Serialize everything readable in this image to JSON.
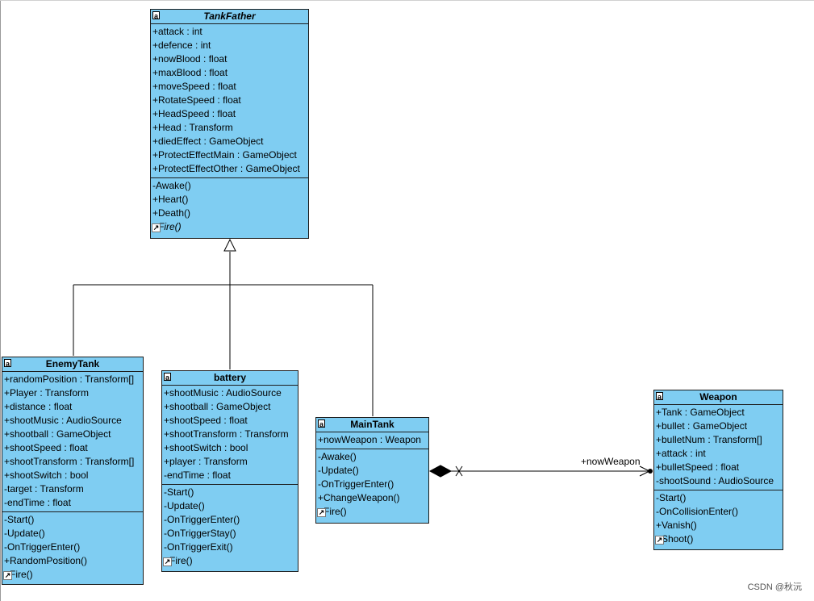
{
  "classes": {
    "tankfather": {
      "name": "TankFather",
      "attributes": [
        "+attack : int",
        "+defence : int",
        "+nowBlood : float",
        "+maxBlood : float",
        "+moveSpeed : float",
        "+RotateSpeed : float",
        "+HeadSpeed : float",
        "+Head : Transform",
        "+diedEffect : GameObject",
        "+ProtectEffectMain : GameObject",
        "+ProtectEffectOther : GameObject"
      ],
      "operations": [
        "-Awake()",
        "+Heart()",
        "+Death()",
        "+Fire()"
      ]
    },
    "enemytank": {
      "name": "EnemyTank",
      "attributes": [
        "+randomPosition : Transform[]",
        "+Player : Transform",
        "+distance : float",
        "+shootMusic : AudioSource",
        "+shootball : GameObject",
        "+shootSpeed : float",
        "+shootTransform : Transform[]",
        "+shootSwitch : bool",
        "-target : Transform",
        "-endTime : float"
      ],
      "operations": [
        "-Start()",
        "-Update()",
        "-OnTriggerEnter()",
        "+RandomPosition()",
        "+Fire()"
      ]
    },
    "battery": {
      "name": "battery",
      "attributes": [
        "+shootMusic : AudioSource",
        "+shootball : GameObject",
        "+shootSpeed : float",
        "+shootTransform : Transform",
        "+shootSwitch : bool",
        "+player : Transform",
        "-endTime : float"
      ],
      "operations": [
        "-Start()",
        "-Update()",
        "-OnTriggerEnter()",
        "-OnTriggerStay()",
        "-OnTriggerExit()",
        "+Fire()"
      ]
    },
    "maintank": {
      "name": "MainTank",
      "attributes": [
        "+nowWeapon : Weapon"
      ],
      "operations": [
        "-Awake()",
        "-Update()",
        "-OnTriggerEnter()",
        "+ChangeWeapon()",
        "+Fire()"
      ]
    },
    "weapon": {
      "name": "Weapon",
      "attributes": [
        "+Tank : GameObject",
        "+bullet : GameObject",
        "+bulletNum : Transform[]",
        "+attack : int",
        "+bulletSpeed : float",
        "-shootSound : AudioSource"
      ],
      "operations": [
        "-Start()",
        "-OnCollisionEnter()",
        "+Vanish()",
        "+Shoot()"
      ]
    }
  },
  "association_label": "+nowWeapon",
  "watermark": "CSDN @秋沅",
  "colors": {
    "class_fill": "#7fcdf2",
    "border": "#1d1d1d",
    "line": "#000000"
  }
}
